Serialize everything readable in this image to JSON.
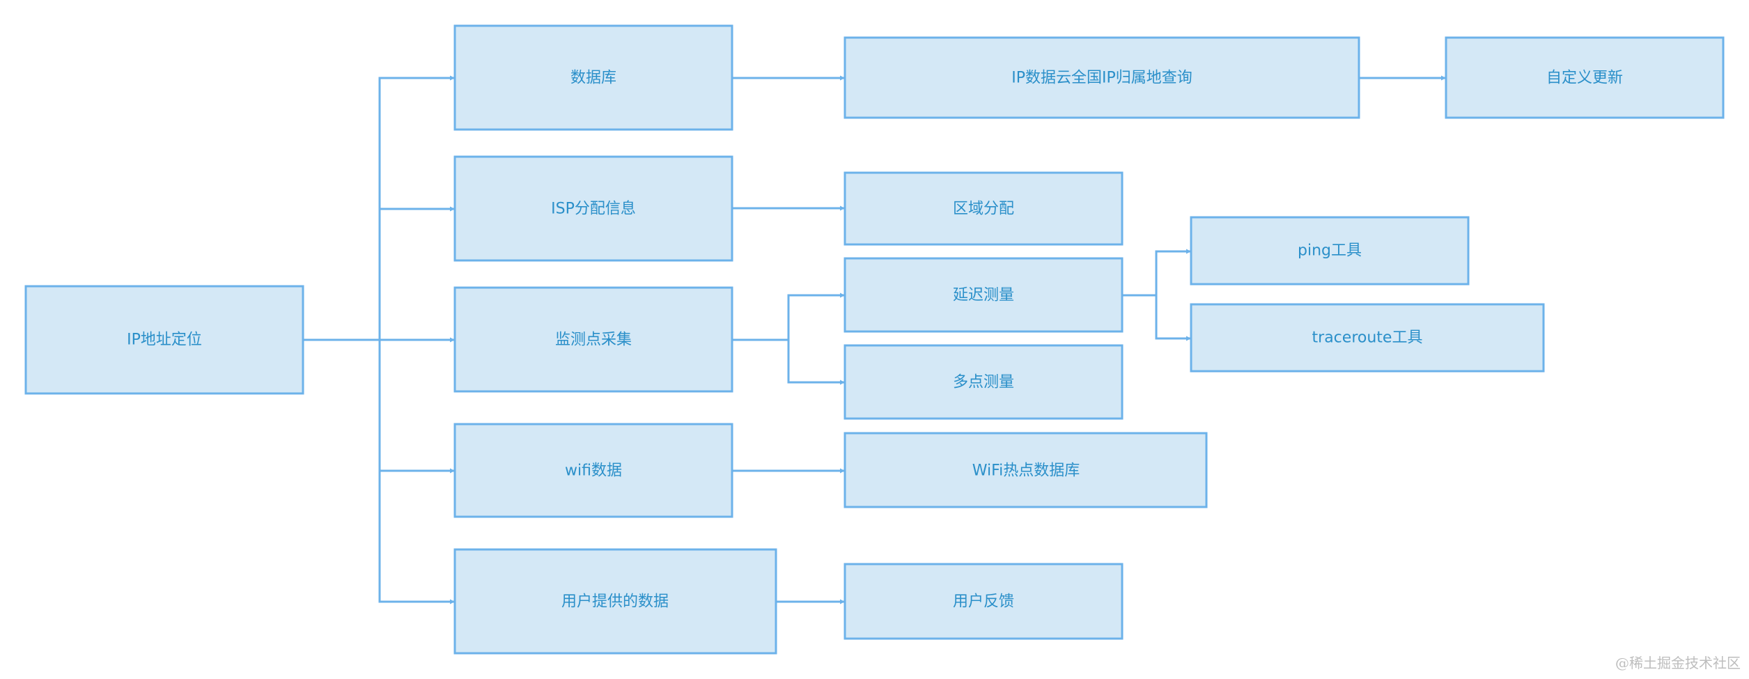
{
  "nodes": {
    "root": "IP地址定位",
    "database": "数据库",
    "isp_info": "ISP分配信息",
    "monitor_collect": "监测点采集",
    "wifi_data": "wifi数据",
    "user_data": "用户提供的数据",
    "ip_cloud_query": "IP数据云全国IP归属地查询",
    "custom_update": "自定义更新",
    "region_alloc": "区域分配",
    "latency_measure": "延迟测量",
    "multipoint_measure": "多点测量",
    "wifi_hotspot_db": "WiFi热点数据库",
    "user_feedback": "用户反馈",
    "ping_tool": "ping工具",
    "traceroute_tool": "traceroute工具"
  },
  "watermark": "@稀土掘金技术社区",
  "colors": {
    "node_fill": "#d4e8f6",
    "node_stroke": "#6cb2ea",
    "text": "#2a8fc9",
    "edge": "#6cb2ea",
    "watermark": "#bdbdbd"
  }
}
